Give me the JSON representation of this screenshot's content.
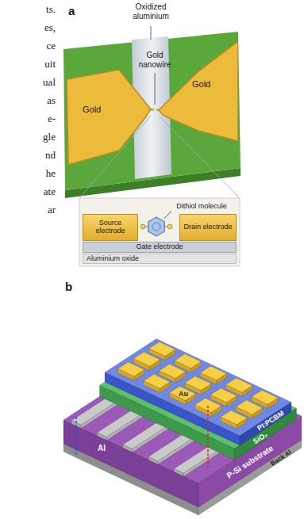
{
  "diagram": {
    "nodes": [
      {
        "text": [
          "Gold"
        ]
      },
      {
        "text": [
          "Gold"
        ]
      },
      {
        "text": [
          "Source electrode"
        ]
      },
      {
        "text": [
          "Drain electrode"
        ]
      },
      {
        "text": [
          "Gate electrode"
        ]
      },
      {
        "text": [
          "Aluminium oxide"
        ]
      }
    ],
    "labels": [
      "ts.",
      "es,",
      "ce",
      "uit",
      "ual",
      "as",
      "e-",
      "gle",
      "nd",
      "he",
      "ate",
      "ar",
      "a",
      "Oxidized aluminium",
      "Gold nanowire",
      "Dithiol molecule",
      "b",
      "Au",
      "PI:PCBM",
      "SiO₂",
      "Al",
      "P-Si substrate",
      "Back Al"
    ]
  }
}
